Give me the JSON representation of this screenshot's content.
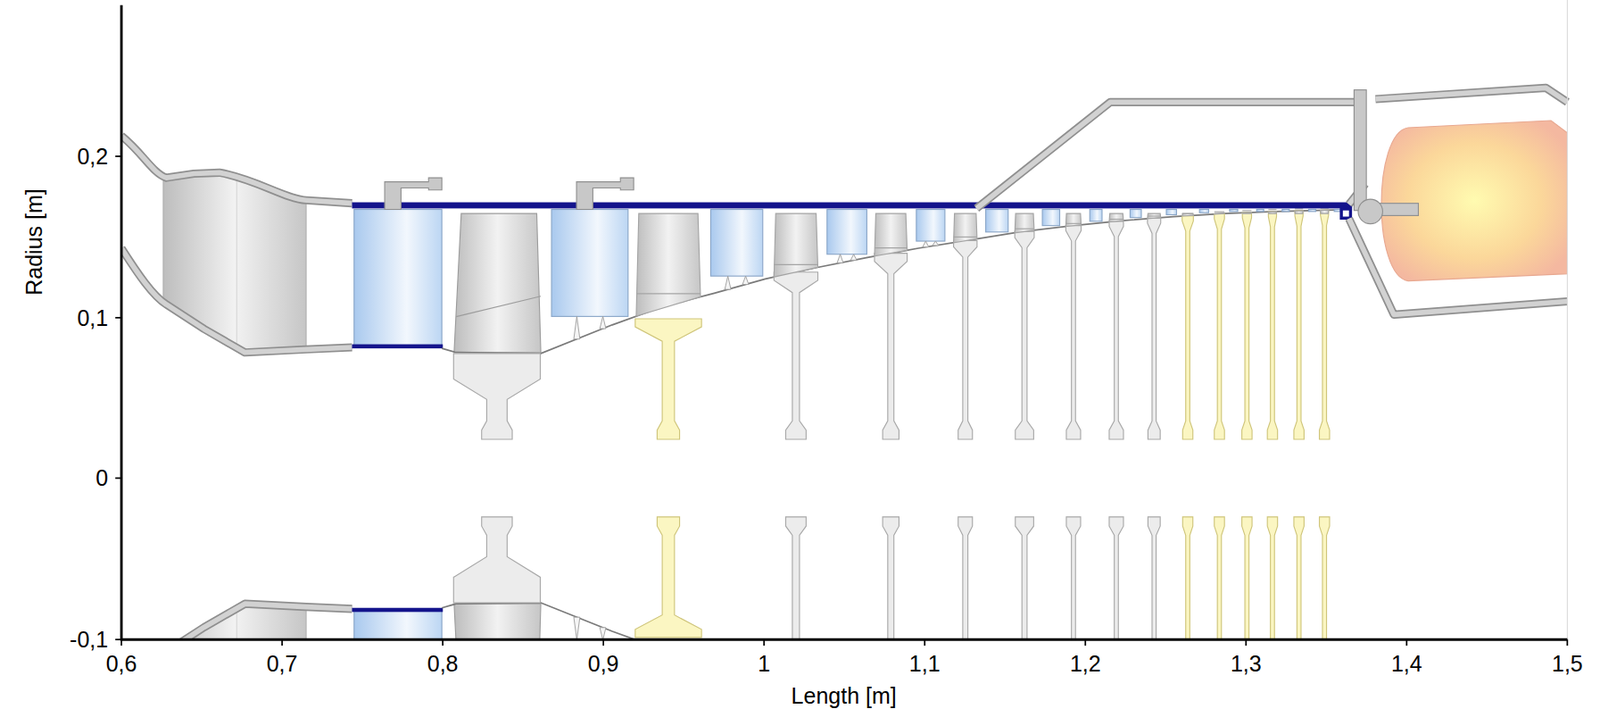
{
  "diagram": {
    "labels": [
      "Radius [m]",
      "0,2",
      "0,1",
      "0",
      "-0,1",
      "0,6",
      "0,7",
      "0,8",
      "0,9",
      "1",
      "1,1",
      "1,2",
      "1,3",
      "1,4",
      "1,5",
      "Length [m]"
    ]
  }
}
